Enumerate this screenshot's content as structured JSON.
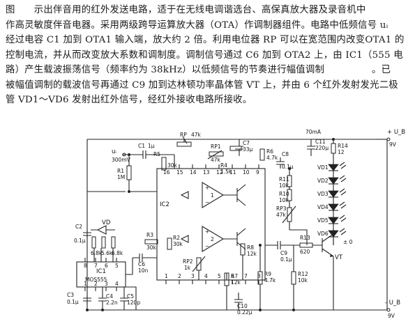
{
  "description": {
    "lines": [
      "图　　示出伴音用的红外发送电路，适于在无线电调谐选台、高保真放大器及录音机中",
      "作高灵敏度伴音电器。采用两级跨导运算放大器（OTA）作调制器组件。电路中低频信号 uᵢ",
      "经过电容 C1 加到 OTA1 输入端，放大约 2 倍。利用电位器 RP 可以在宽范围内改变OTA1 的",
      "控制电流，并从而改变放大系数和调制度。调制信号通过 C6 加到 OTA2 上，由 IC1（555 电",
      "路）产生载波振荡信号（频率约为 38kHz）以低频信号的节奏进行幅值调制　　　　　。已",
      "被幅值调制的载波信号再通过 C9 加到达林顿功率晶体管 VT 上，并由 6 个红外发射发光二极",
      "管 VD1～VD6 发射出红外信号，经红外接收电路所接收。"
    ]
  },
  "schematic": {
    "ic2_label": "IC2",
    "ic1_label": "IC1",
    "ic1_part": "MOS555",
    "ui_label": "uᵢ",
    "ui_level": "300mV",
    "ub_top": "+ U_B",
    "ub_top_val": "9V",
    "ub_bot": "- U_B",
    "ub_bot_val": "9V",
    "current_label": "70mA",
    "vt_label": "VT",
    "vd_labels": [
      "VD1",
      "VD2",
      "VD3",
      "VD4",
      "VD5",
      "VD6"
    ],
    "vd_main": "VD",
    "components": {
      "c1": [
        "C1",
        "1μ"
      ],
      "c2": [
        "C2",
        "0.1μ"
      ],
      "c3": [
        "C3",
        "0.1μ"
      ],
      "c4": [
        "C4",
        "2.2n"
      ],
      "c5": [
        "C5",
        "120p"
      ],
      "c6": [
        "C6",
        "10n"
      ],
      "c7": [
        "C7",
        "33μ"
      ],
      "c8": [
        "C8",
        "0.1μ"
      ],
      "c9": [
        "C9",
        "0.1μ"
      ],
      "c10": [
        "C10",
        "0.22μ"
      ],
      "c11": [
        "C11",
        "220μ"
      ],
      "r1": [
        "R1",
        "1M"
      ],
      "r2": [
        "R2",
        "30k"
      ],
      "r3": [
        "R3",
        "30k"
      ],
      "r4": [
        "R4",
        "1.5k"
      ],
      "r5": [
        "R5",
        "30k"
      ],
      "r6": [
        "R6",
        "4.7k"
      ],
      "r7": [
        "R7",
        "12k"
      ],
      "r8": [
        "R8",
        "12k"
      ],
      "r9": [
        "R9",
        "4.7k"
      ],
      "r10": [
        "R10",
        "10k"
      ],
      "r11": [
        "R11",
        "10k"
      ],
      "r12": [
        "R12",
        "10k"
      ],
      "r13": [
        "R13",
        "620"
      ],
      "r14": [
        "R14",
        "12"
      ],
      "rp1": [
        "RP1",
        "47k"
      ],
      "rp2": [
        "RP2",
        "1k"
      ],
      "rp3": [
        "RP3",
        "47k"
      ],
      "rp_top": [
        "RP",
        "47k"
      ],
      "r_a": [
        "6.8k"
      ],
      "r_b": [
        "5.6k"
      ],
      "r_c": [
        "6.8k"
      ]
    },
    "pin_numbers": [
      "16",
      "15",
      "14",
      "13",
      "12",
      "11",
      "10",
      "9",
      "1",
      "2",
      "3",
      "4",
      "5",
      "6",
      "7",
      "8"
    ],
    "opamp_labels": [
      "1",
      "2"
    ],
    "ic1_pins_top": [
      "8",
      "7",
      "6",
      "5"
    ],
    "ic1_pins_bot": [
      "1",
      "2",
      "3",
      "4"
    ]
  }
}
